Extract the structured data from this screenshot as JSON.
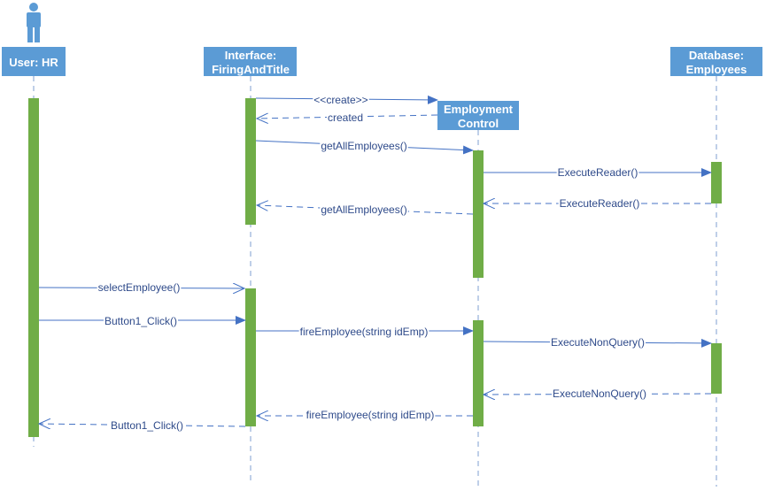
{
  "diagram": {
    "type": "uml-sequence",
    "colors": {
      "participant_fill": "#5b9bd5",
      "participant_text": "#ffffff",
      "activation_fill": "#70ad47",
      "message_line": "#4472c4",
      "label_text": "#2e4a8a",
      "lifeline": "#7f9fd0"
    },
    "participants": [
      {
        "id": "hr",
        "label": "User: HR",
        "lines": [
          "User: HR"
        ],
        "actor_icon": true
      },
      {
        "id": "ui",
        "label": "Interface: FiringAndTitle",
        "lines": [
          "Interface:",
          "FiringAndTitle"
        ]
      },
      {
        "id": "ec",
        "label": "Employment Control",
        "lines": [
          "Employment",
          "Control"
        ],
        "created": true
      },
      {
        "id": "db",
        "label": "Database: Employees",
        "lines": [
          "Database:",
          "Employees"
        ]
      }
    ],
    "messages": [
      {
        "from": "ui",
        "to": "ec",
        "label": "<<create>>",
        "kind": "sync"
      },
      {
        "from": "ec",
        "to": "ui",
        "label": "created",
        "kind": "return"
      },
      {
        "from": "ui",
        "to": "ec",
        "label": "getAllEmployees()",
        "kind": "sync"
      },
      {
        "from": "ec",
        "to": "db",
        "label": "ExecuteReader()",
        "kind": "sync"
      },
      {
        "from": "db",
        "to": "ec",
        "label": "ExecuteReader()",
        "kind": "return"
      },
      {
        "from": "ec",
        "to": "ui",
        "label": "getAllEmployees()",
        "kind": "return"
      },
      {
        "from": "hr",
        "to": "ui",
        "label": "selectEmployee()",
        "kind": "async"
      },
      {
        "from": "hr",
        "to": "ui",
        "label": "Button1_Click()",
        "kind": "sync"
      },
      {
        "from": "ui",
        "to": "ec",
        "label": "fireEmployee(string idEmp)",
        "kind": "sync"
      },
      {
        "from": "ec",
        "to": "db",
        "label": "ExecuteNonQuery()",
        "kind": "sync"
      },
      {
        "from": "db",
        "to": "ec",
        "label": "ExecuteNonQuery()",
        "kind": "return"
      },
      {
        "from": "ec",
        "to": "ui",
        "label": "fireEmployee(string idEmp)",
        "kind": "return"
      },
      {
        "from": "ui",
        "to": "hr",
        "label": "Button1_Click()",
        "kind": "return"
      }
    ]
  }
}
